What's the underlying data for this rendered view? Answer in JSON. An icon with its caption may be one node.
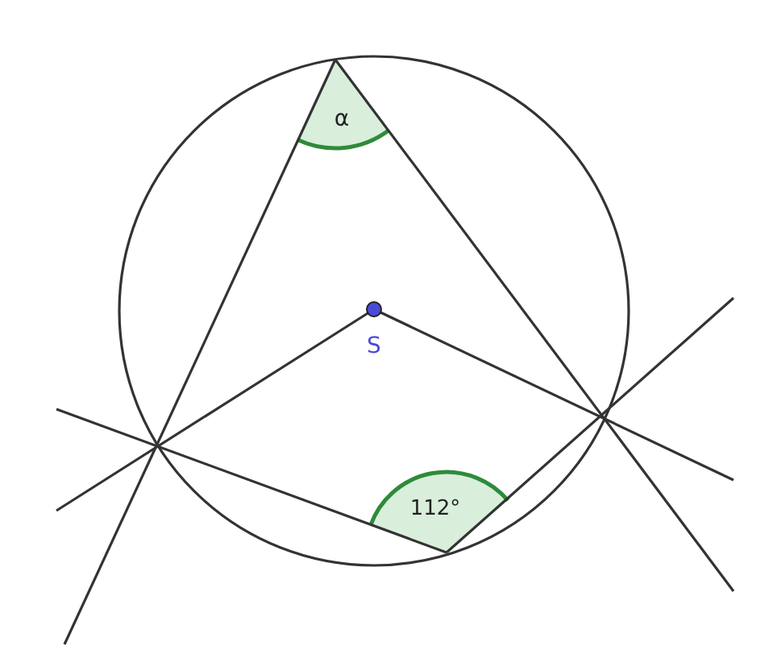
{
  "diagram": {
    "labels": [
      "α",
      "S",
      "112°"
    ]
  }
}
